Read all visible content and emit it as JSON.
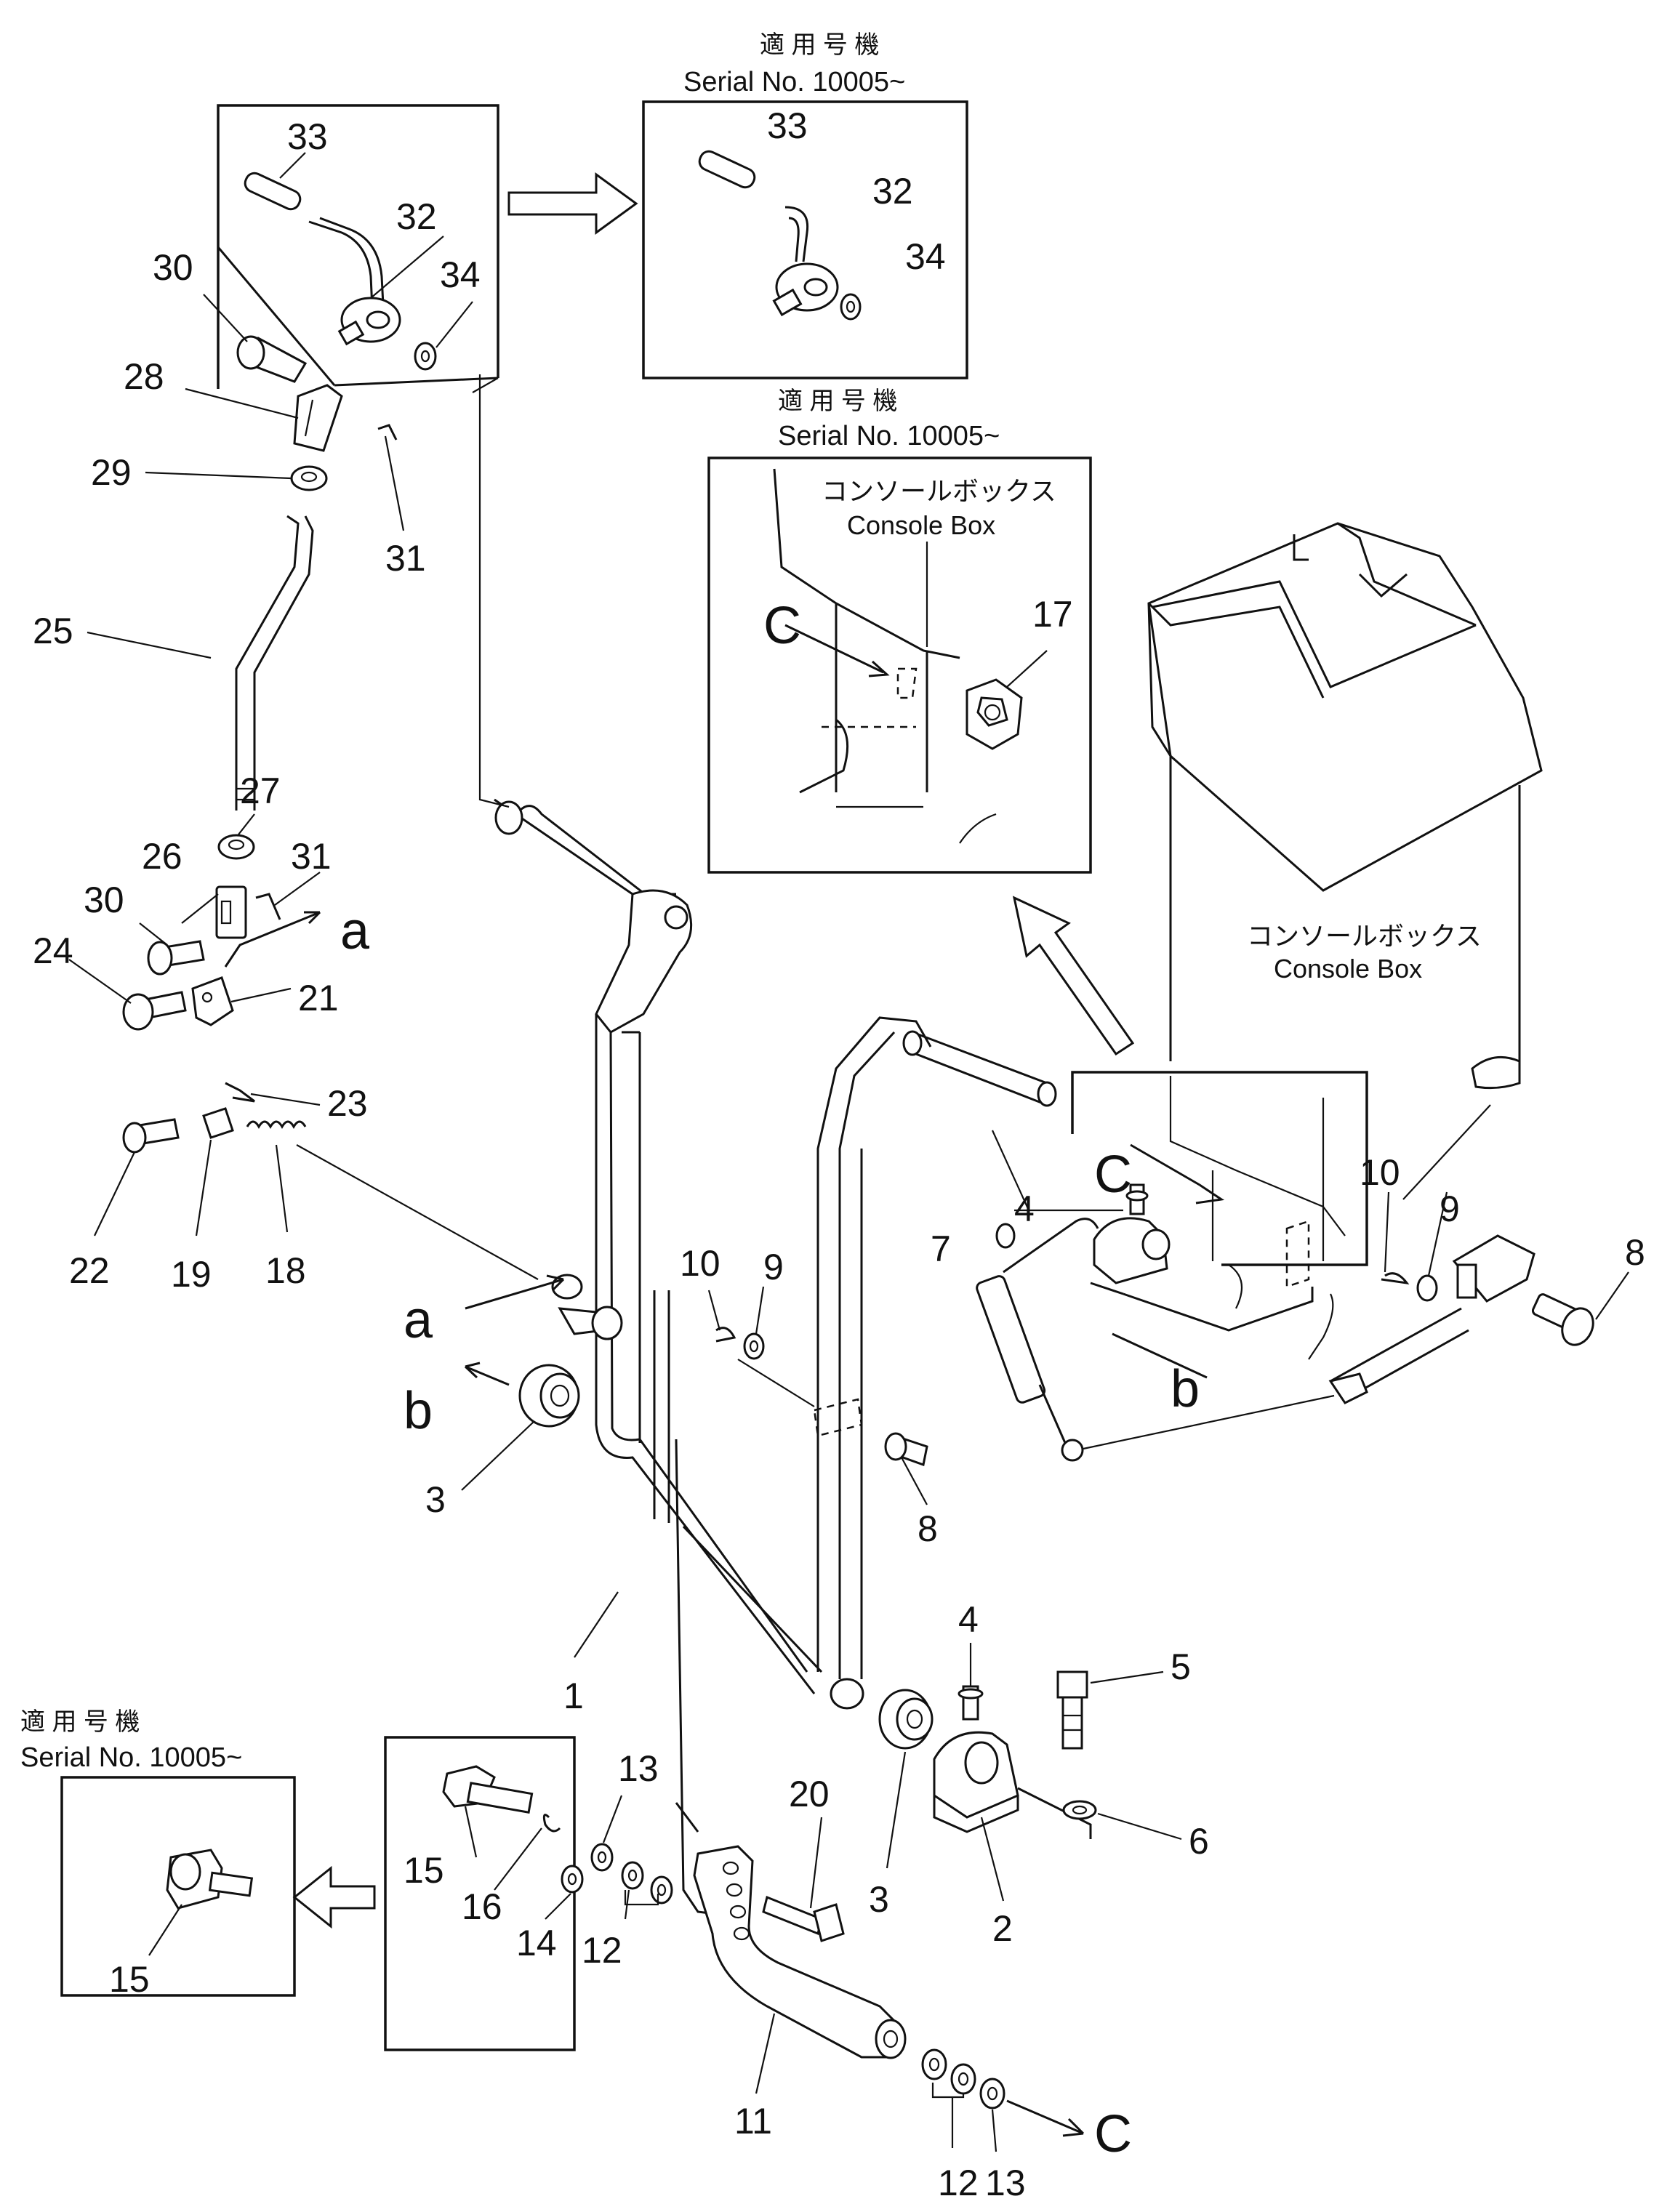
{
  "callouts": {
    "n1": "1",
    "n2": "2",
    "n3a": "3",
    "n3b": "3",
    "n4a": "4",
    "n4b": "4",
    "n5": "5",
    "n6": "6",
    "n7": "7",
    "n8a": "8",
    "n8b": "8",
    "n9a": "9",
    "n9b": "9",
    "n10a": "10",
    "n10b": "10",
    "n11": "11",
    "n12a": "12",
    "n12b": "12",
    "n13a": "13",
    "n13b": "13",
    "n14": "14",
    "n15a": "15",
    "n15b": "15",
    "n16": "16",
    "n17": "17",
    "n18": "18",
    "n19": "19",
    "n20": "20",
    "n21": "21",
    "n22": "22",
    "n23": "23",
    "n24": "24",
    "n25": "25",
    "n26": "26",
    "n27": "27",
    "n28": "28",
    "n29": "29",
    "n30a": "30",
    "n30b": "30",
    "n31a": "31",
    "n31b": "31",
    "n32a": "32",
    "n32b": "32",
    "n33a": "33",
    "n33b": "33",
    "n34a": "34",
    "n34b": "34"
  },
  "letters": {
    "a_top": "a",
    "a_left": "a",
    "b_left": "b",
    "b_right": "b",
    "c_bottom": "C",
    "c_inset": "C",
    "c_console": "C"
  },
  "insets": {
    "applicable_jp": "適 用 号 機",
    "serial": "Serial No. 10005~"
  },
  "console_box": {
    "jp": "コンソールボックス",
    "en": "Console Box"
  }
}
